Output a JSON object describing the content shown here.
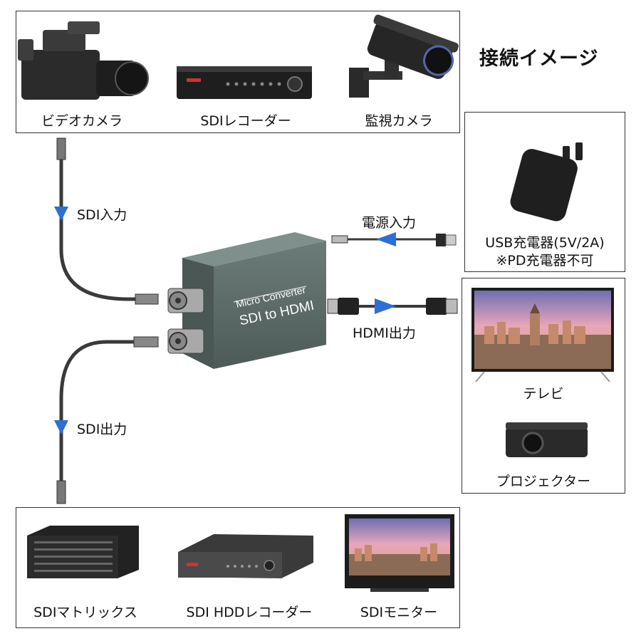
{
  "title": "接続イメージ",
  "sources": {
    "camcorder": "ビデオカメラ",
    "sdi_recorder": "SDIレコーダー",
    "cctv_camera": "監視カメラ"
  },
  "sdi_input_label": "SDI入力",
  "sdi_output_label": "SDI出力",
  "power_input_label": "電源入力",
  "hdmi_output_label": "HDMI出力",
  "device": {
    "line1": "Micro Converter",
    "line2": "SDI to HDMI"
  },
  "power": {
    "line1": "USB充電器(5V/2A)",
    "line2": "※PD充電器不可"
  },
  "hdmi_targets": {
    "tv": "テレビ",
    "projector": "プロジェクター"
  },
  "sdi_targets": {
    "matrix": "SDIマトリックス",
    "hdd_recorder": "SDI HDDレコーダー",
    "monitor": "SDIモニター"
  },
  "colors": {
    "arrow": "#2e6fd6",
    "device_body": "#5b6b67",
    "cable": "#3a3a3a"
  }
}
